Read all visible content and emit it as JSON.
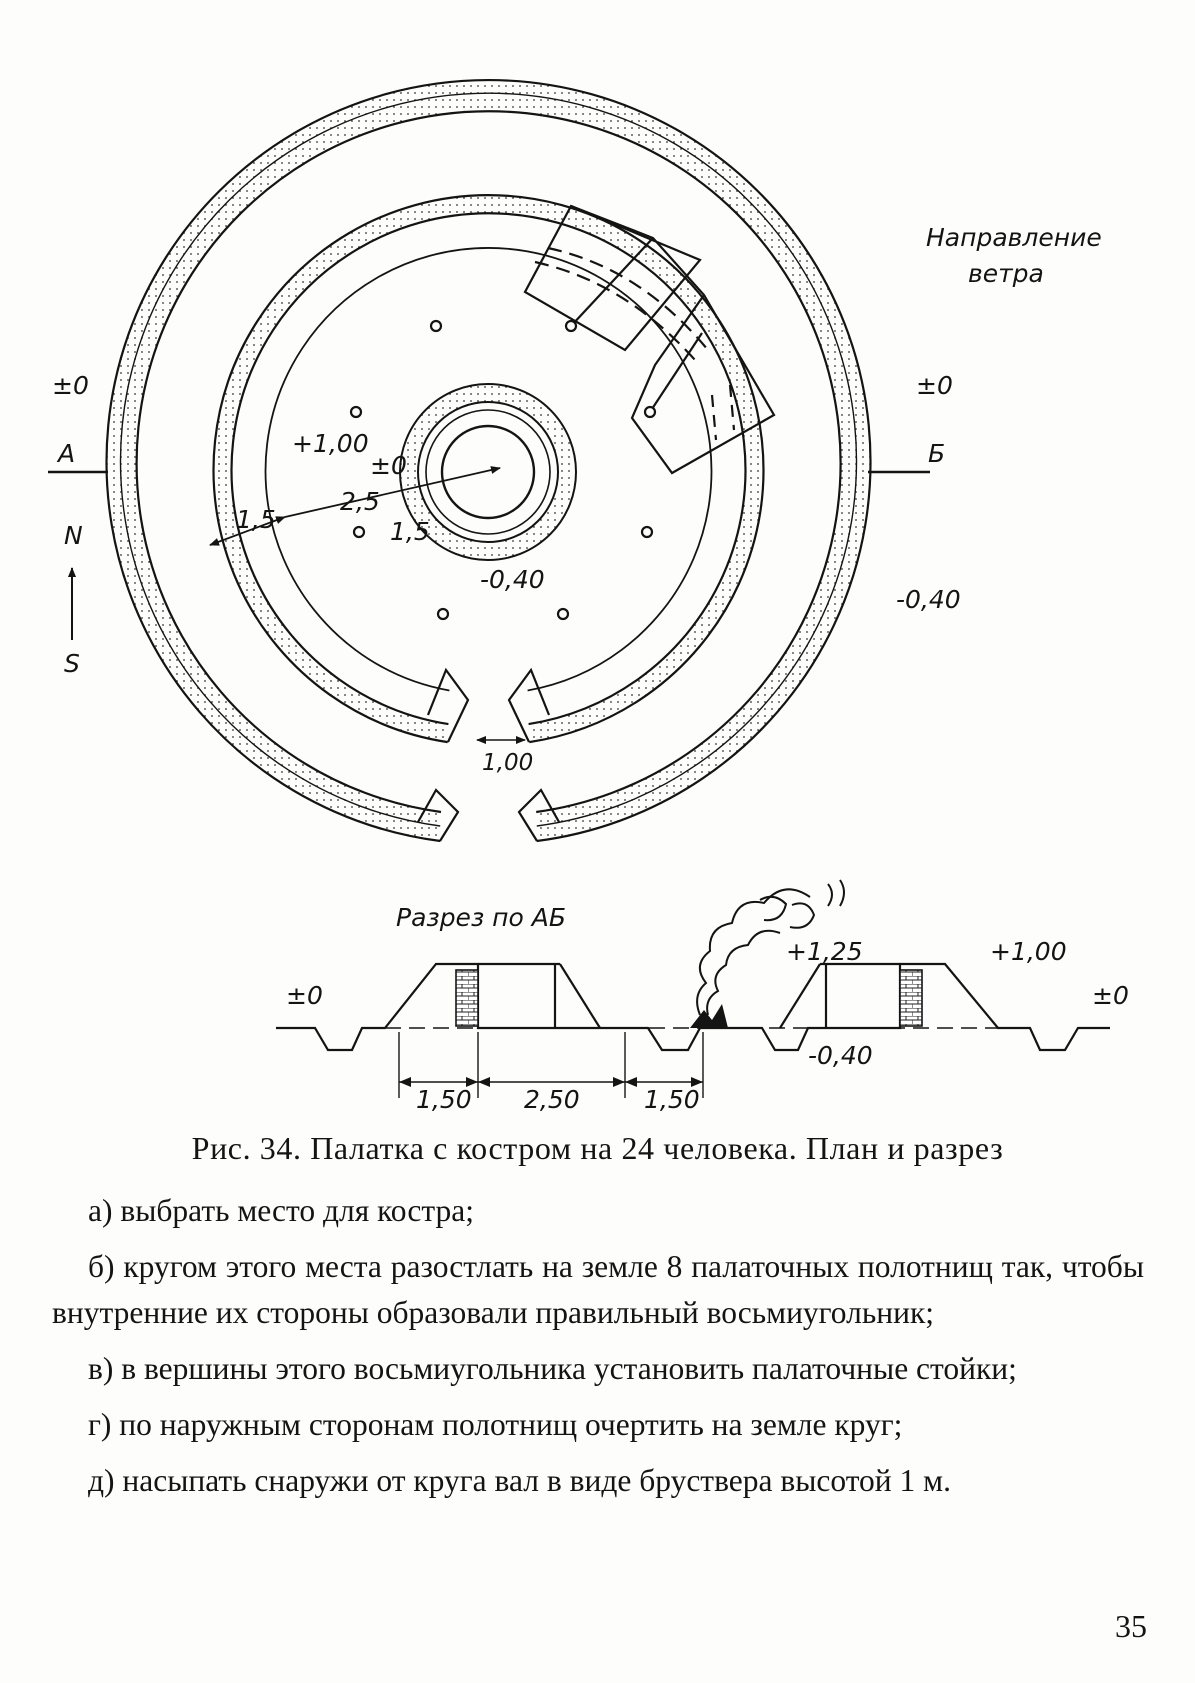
{
  "figure": {
    "wind_direction": [
      "Направление",
      "ветра"
    ],
    "elevations": {
      "left_zero": "±0",
      "right_zero": "±0",
      "plus_one": "+1,00",
      "inner_zero": "±0",
      "pit": "-0,40",
      "outer_right": "-0,40"
    },
    "section_markers": {
      "a": "А",
      "b": "Б"
    },
    "compass": {
      "north": "N",
      "south": "S"
    },
    "dimensions": {
      "ring_width": "1,5",
      "inner_radius": "2,5",
      "fire_ring": "1,5",
      "entrance_width": "1,00"
    },
    "section": {
      "title": "Разрез по АБ",
      "left_zero": "±0",
      "right_zero": "±0",
      "fire_height": "+1,25",
      "bank_height": "+1,00",
      "floor": "-0,40",
      "dims": [
        "1,50",
        "2,50",
        "1,50"
      ]
    }
  },
  "caption": "Рис. 34. Палатка с костром на 24 человека. План и разрез",
  "items": [
    "а) выбрать место для костра;",
    "б) кругом этого места разостлать на земле 8 палаточных полотнищ так, чтобы внутренние их стороны образовали правильный восьмиугольник;",
    "в) в вершины этого восьмиугольника установить палаточные стойки;",
    "г) по наружным сторонам полотнищ очертить на земле круг;",
    "д) насыпать снаружи от круга вал в виде бруствера высотой 1 м."
  ],
  "page_number": "35"
}
